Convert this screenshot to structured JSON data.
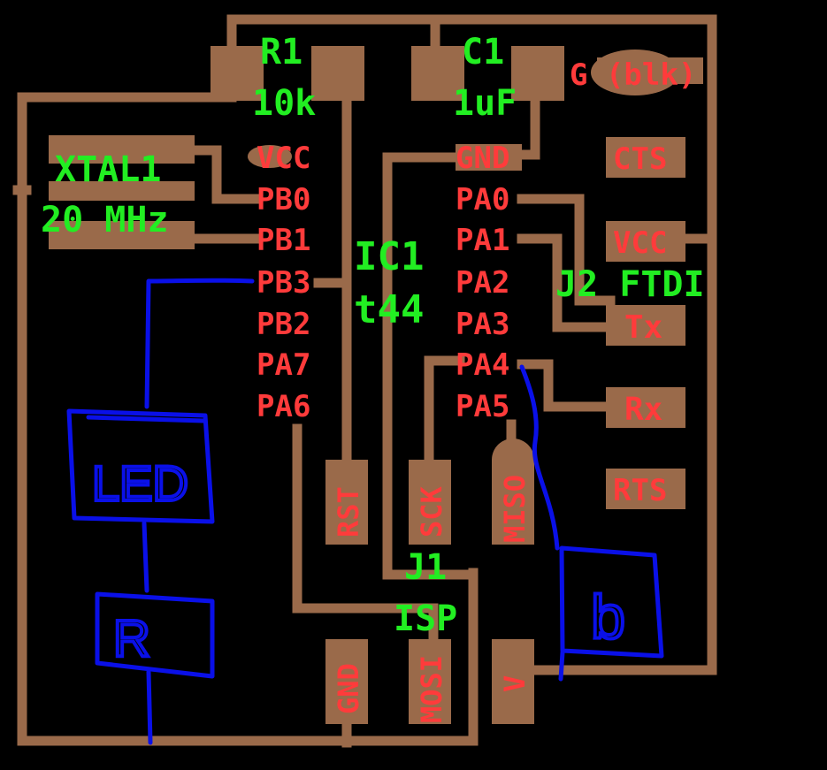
{
  "colors": {
    "background": "#000000",
    "copper": "#9a6a4a",
    "pad_label": "#ff3b3b",
    "part_label": "#22ee22",
    "sketch": "#0a10e8"
  },
  "components": {
    "r1": {
      "ref": "R1",
      "value": "10k"
    },
    "c1": {
      "ref": "C1",
      "value": "1uF"
    },
    "xtal1": {
      "ref": "XTAL1",
      "value": "20 MHz"
    },
    "ic1": {
      "ref": "IC1",
      "value": "t44"
    },
    "j1": {
      "ref": "J1",
      "value": "ISP"
    },
    "j2": {
      "ref": "J2 FTDI"
    }
  },
  "ic_pins_left": [
    "VCC",
    "PB0",
    "PB1",
    "PB3",
    "PB2",
    "PA7",
    "PA6"
  ],
  "ic_pins_right": [
    "GND",
    "PA0",
    "PA1",
    "PA2",
    "PA3",
    "PA4",
    "PA5"
  ],
  "ftdi_pins": [
    "CTS",
    "VCC",
    "Tx",
    "Rx",
    "RTS"
  ],
  "ground_label": "G (blk)",
  "isp_pins": [
    "RST",
    "SCK",
    "MISO",
    "GND",
    "MOSI"
  ],
  "v_pad": "V",
  "sketch": {
    "led": "LED",
    "resistor": "R",
    "button": "b"
  }
}
